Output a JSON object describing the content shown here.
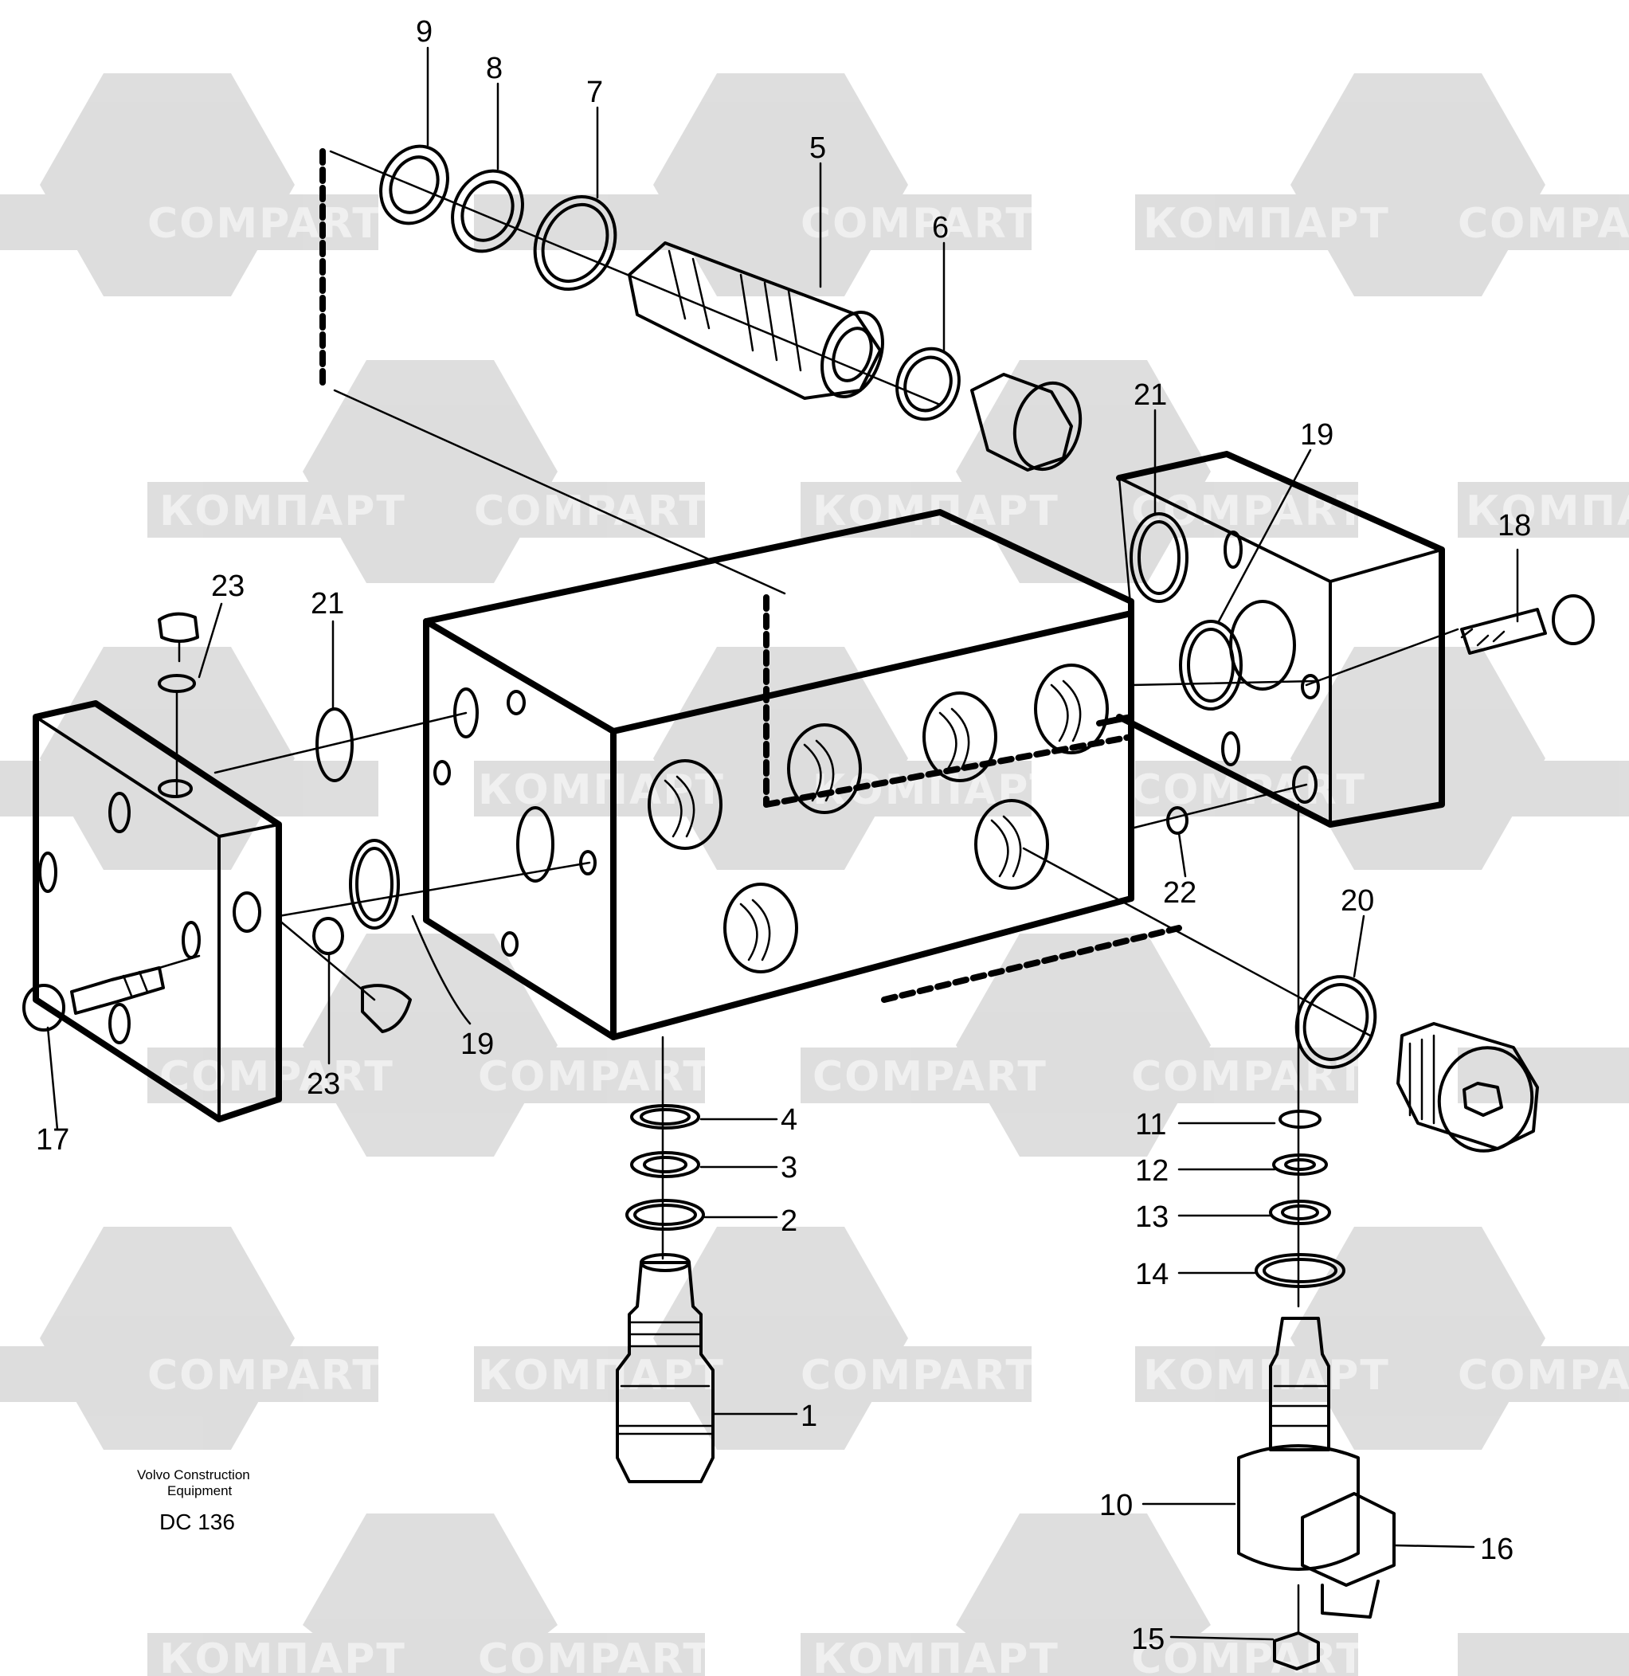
{
  "caption": {
    "maker_line1": "Volvo Construction",
    "maker_line2": "Equipment",
    "code": "DC 136"
  },
  "watermarks": {
    "text_latin": "COMPART",
    "text_cyrillic": "КОМПАРТ"
  },
  "callouts": [
    {
      "id": "9",
      "label": "9"
    },
    {
      "id": "8",
      "label": "8"
    },
    {
      "id": "7",
      "label": "7"
    },
    {
      "id": "5",
      "label": "5"
    },
    {
      "id": "6",
      "label": "6"
    },
    {
      "id": "21a",
      "label": "21"
    },
    {
      "id": "19a",
      "label": "19"
    },
    {
      "id": "18",
      "label": "18"
    },
    {
      "id": "23a",
      "label": "23"
    },
    {
      "id": "21b",
      "label": "21"
    },
    {
      "id": "22",
      "label": "22"
    },
    {
      "id": "20",
      "label": "20"
    },
    {
      "id": "19b",
      "label": "19"
    },
    {
      "id": "23b",
      "label": "23"
    },
    {
      "id": "17",
      "label": "17"
    },
    {
      "id": "4",
      "label": "4"
    },
    {
      "id": "3",
      "label": "3"
    },
    {
      "id": "2",
      "label": "2"
    },
    {
      "id": "1",
      "label": "1"
    },
    {
      "id": "11",
      "label": "11"
    },
    {
      "id": "12",
      "label": "12"
    },
    {
      "id": "13",
      "label": "13"
    },
    {
      "id": "14",
      "label": "14"
    },
    {
      "id": "10",
      "label": "10"
    },
    {
      "id": "16",
      "label": "16"
    },
    {
      "id": "15",
      "label": "15"
    }
  ]
}
